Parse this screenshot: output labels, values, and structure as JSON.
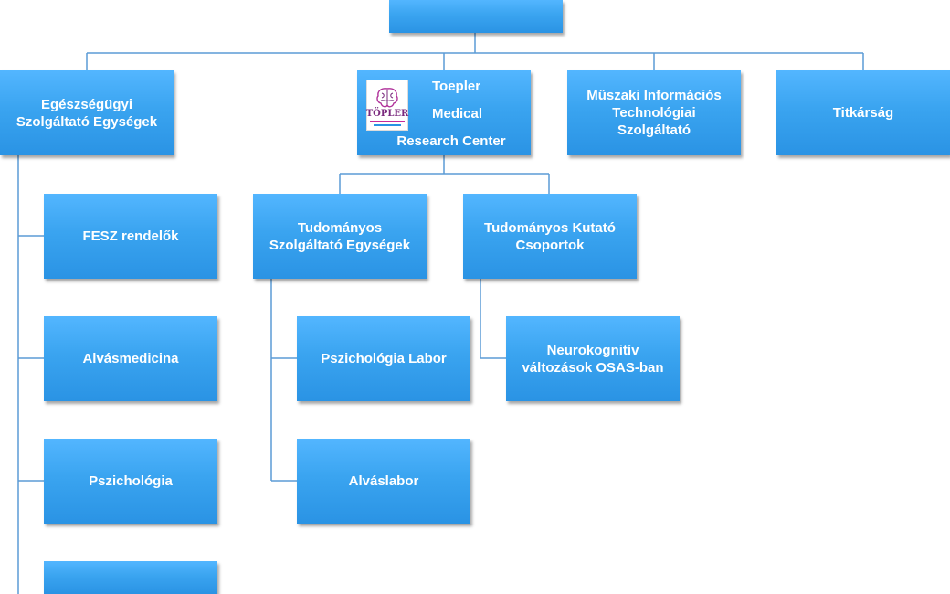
{
  "nodes": {
    "root": {
      "label": ""
    },
    "health": {
      "line1": "Egészségügyi",
      "line2": "Szolgáltató Egységek"
    },
    "toepler": {
      "line1": "Toepler",
      "line2": "Medical",
      "line3": "Research Center",
      "logo_text": "TÖPLER"
    },
    "tech": {
      "line1": "Műszaki Információs",
      "line2": "Technológiai",
      "line3": "Szolgáltató"
    },
    "secretariat": {
      "label": "Titkárság"
    },
    "fesz": {
      "label": "FESZ rendelők"
    },
    "sleep_medicine": {
      "label": "Alvásmedicina"
    },
    "psychology": {
      "label": "Pszichológia"
    },
    "unlabeled_bottom": {
      "label": ""
    },
    "sci_services": {
      "line1": "Tudományos",
      "line2": "Szolgáltató Egységek"
    },
    "sci_research": {
      "line1": "Tudományos Kutató",
      "line2": "Csoportok"
    },
    "psych_lab": {
      "label": "Pszichológia Labor"
    },
    "sleep_lab": {
      "label": "Alváslabor"
    },
    "neuro": {
      "line1": "Neurokognitív",
      "line2": "változások OSAS-ban"
    }
  },
  "colors": {
    "box_fill": "#3aa4f0",
    "connector": "#5b9bd5",
    "text": "#ffffff",
    "logo_accent": "#7a2a7e"
  },
  "icons": {
    "toepler_logo": "brain-logo-icon"
  }
}
